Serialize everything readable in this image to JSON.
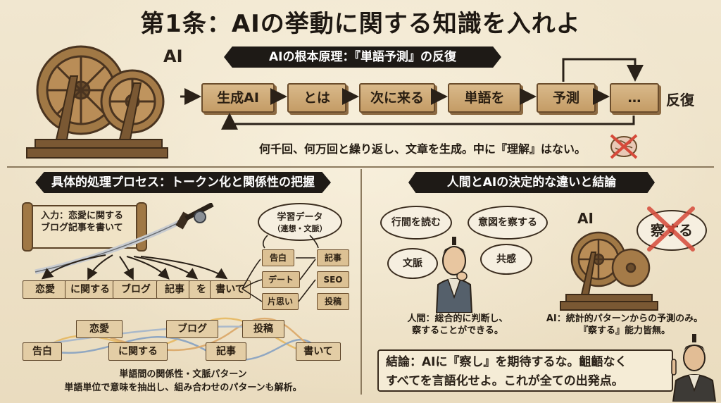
{
  "title": "第1条：AIの挙動に関する知識を入れよ",
  "top": {
    "ai_label": "AI",
    "banner": "AIの根本原理：『単語予測』の反復",
    "flow": [
      "生成AI",
      "とは",
      "次に来る",
      "単語を",
      "予測",
      "…"
    ],
    "repeat_label": "反復",
    "caption": "何千回、何万回と繰り返し、文章を生成。中に『理解』はない。"
  },
  "left": {
    "banner": "具体的処理プロセス：トークン化と関係性の把握",
    "scroll_text": [
      "入力：恋愛に関する",
      "ブログ記事を書いて"
    ],
    "tokens": [
      "恋愛",
      "に関する",
      "ブログ",
      "記事",
      "を",
      "書いて"
    ],
    "training_cloud": [
      "学習データ",
      "（連想・文脈）"
    ],
    "assoc_left": [
      "告白",
      "デート",
      "片思い"
    ],
    "assoc_right": [
      "記事",
      "SEO",
      "投稿"
    ],
    "network_nodes": [
      "恋愛",
      "ブログ",
      "投稿",
      "告白",
      "に関する",
      "記事",
      "書いて"
    ],
    "caption_1": "単語間の関係性・文脈パターン",
    "caption_2": "単語単位で意味を抽出し、組み合わせのパターンも解析。"
  },
  "right": {
    "banner": "人間とAIの決定的な違いと結論",
    "thoughts": [
      "行間を読む",
      "意図を察する",
      "文脈",
      "共感"
    ],
    "ai_label": "AI",
    "ai_cloud": "察する",
    "human_caption": [
      "人間：総合的に判断し、",
      "察することができる。"
    ],
    "ai_caption": [
      "AI：統計的パターンからの予測のみ。",
      "『察する』能力皆無。"
    ],
    "conclusion": [
      "結論：AIに『察し』を期待するな。齟齬なく",
      "すべてを言語化せよ。これが全ての出発点。"
    ]
  },
  "colors": {
    "paper": "#efe4cc",
    "ink": "#2a2118",
    "wood": "#c49c66",
    "cross": "#d64a3a"
  },
  "icons": [
    "gear-machine-icon",
    "brain-crossed-icon",
    "katana-icon",
    "scroll-icon",
    "samurai-icon"
  ]
}
